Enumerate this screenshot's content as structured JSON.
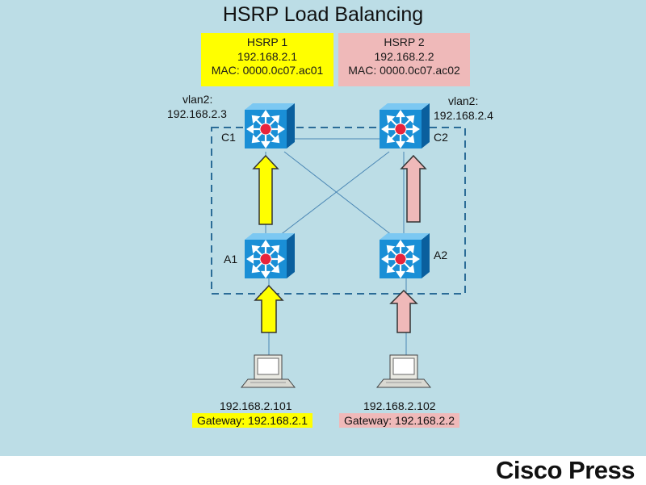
{
  "title": "HSRP Load Balancing",
  "hsrp1": {
    "name": "HSRP 1",
    "ip": "192.168.2.1",
    "mac": "MAC: 0000.0c07.ac01"
  },
  "hsrp2": {
    "name": "HSRP 2",
    "ip": "192.168.2.2",
    "mac": "MAC: 0000.0c07.ac02"
  },
  "c1": {
    "label": "C1",
    "vlan": "vlan2:",
    "ip": "192.168.2.3"
  },
  "c2": {
    "label": "C2",
    "vlan": "vlan2:",
    "ip": "192.168.2.4"
  },
  "a1": {
    "label": "A1"
  },
  "a2": {
    "label": "A2"
  },
  "pc1": {
    "ip": "192.168.2.101",
    "gateway": "Gateway: 192.168.2.1"
  },
  "pc2": {
    "ip": "192.168.2.102",
    "gateway": "Gateway: 192.168.2.2"
  },
  "brand": "Cisco Press",
  "colors": {
    "background": "#bcdde6",
    "hsrp1": "#ffff00",
    "hsrp2": "#efb9b9",
    "switch": "#1a8fd6"
  }
}
